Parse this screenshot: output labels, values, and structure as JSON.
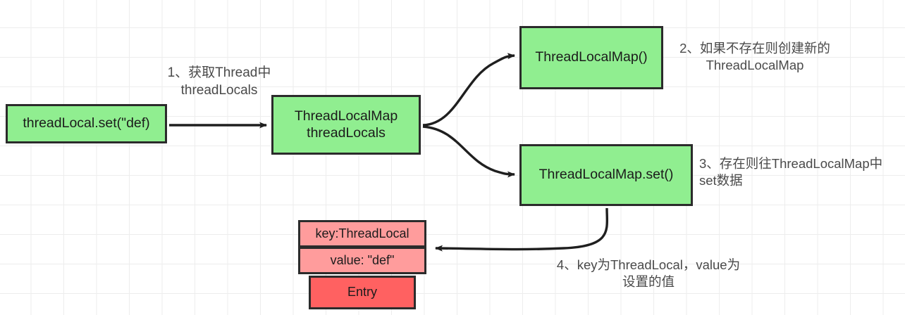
{
  "diagram": {
    "title": "ThreadLocal set flow",
    "background": "#ffffff",
    "grid_color": "#ededed",
    "colors": {
      "green_fill": "#90ee90",
      "pink_fill": "#ff9c9c",
      "red_fill": "#ff6161",
      "node_border": "#2b2b2b",
      "edge": "#1f1f1f",
      "note_text": "#4a4a4a"
    },
    "nodes": [
      {
        "id": "set_call",
        "label": "threadLocal.set(\"def)",
        "fill": "green"
      },
      {
        "id": "tlm_field",
        "label": "ThreadLocalMap\nthreadLocals",
        "fill": "green"
      },
      {
        "id": "tlm_ctor",
        "label": "ThreadLocalMap()",
        "fill": "green"
      },
      {
        "id": "tlm_set",
        "label": "ThreadLocalMap.set()",
        "fill": "green"
      },
      {
        "id": "entry_key",
        "label": "key:ThreadLocal",
        "fill": "pink"
      },
      {
        "id": "entry_value",
        "label": "value: \"def\"",
        "fill": "pink"
      },
      {
        "id": "entry",
        "label": "Entry",
        "fill": "red"
      }
    ],
    "notes": [
      {
        "id": "note_1",
        "text": "1、获取Thread中\nthreadLocals"
      },
      {
        "id": "note_2",
        "text": "2、如果不存在则创建新的\nThreadLocalMap"
      },
      {
        "id": "note_3",
        "text": "3、存在则往ThreadLocalMap中\nset数据"
      },
      {
        "id": "note_4",
        "text": "4、key为ThreadLocal，value为\n设置的值"
      }
    ],
    "edges": [
      {
        "id": "e1",
        "from": "set_call",
        "to": "tlm_field",
        "style": "straight-arrow"
      },
      {
        "id": "e2",
        "from": "tlm_field",
        "to": "tlm_ctor",
        "style": "curved-arrow"
      },
      {
        "id": "e3",
        "from": "tlm_field",
        "to": "tlm_set",
        "style": "curved-arrow"
      },
      {
        "id": "e4",
        "from": "tlm_set",
        "to": "entry_value",
        "style": "curved-arrow"
      }
    ]
  }
}
